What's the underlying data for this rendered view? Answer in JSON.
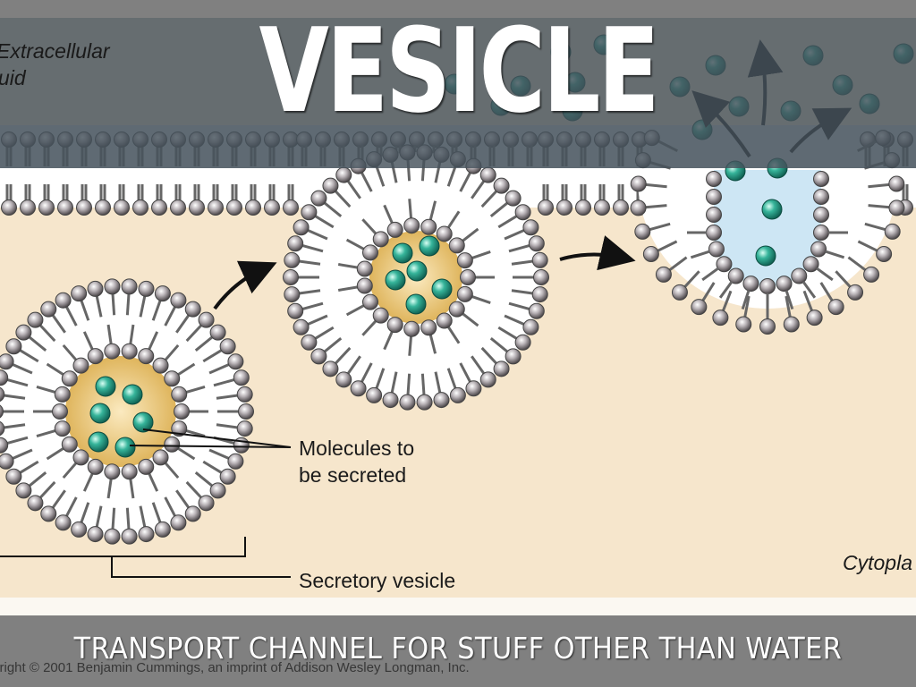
{
  "slide": {
    "title": "VESICLE",
    "subtitle": "TRANSPORT CHANNEL FOR STUFF OTHER THAN WATER"
  },
  "diagram": {
    "labels": {
      "extracellular_line1": "Extracellular",
      "extracellular_line2": "uid",
      "molecules_line1": "Molecules to",
      "molecules_line2": "be secreted",
      "secretory_vesicle": "Secretory vesicle",
      "cytoplasm": "Cytopla"
    },
    "copyright": "yright © 2001 Benjamin Cummings, an imprint of Addison Wesley Longman, Inc.",
    "colors": {
      "cytoplasm": "#f6e6cc",
      "membrane_head": "#9a9498",
      "molecule": "#2a9a86",
      "vesicle_lumen": "#e0b860",
      "exocytosis_lumen": "#cde6f4",
      "title_overlay": "#46525c",
      "bottom_band": "#808080"
    }
  }
}
